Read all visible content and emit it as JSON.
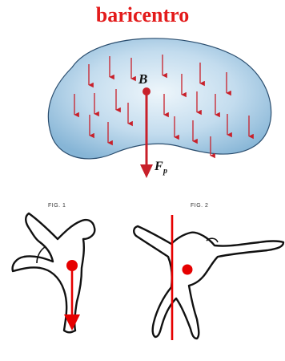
{
  "title": "baricentro",
  "blob_label": "B",
  "force_label_main": "F",
  "force_label_sub": "p",
  "fig1_label": "FIG. 1",
  "fig2_label": "FIG. 2",
  "colors": {
    "title": "#e31b1b",
    "arrow": "#c8202a",
    "blob_fill_center": "#eaf3fa",
    "blob_fill_edge": "#8ebcdb",
    "figure_red": "#e60000"
  }
}
